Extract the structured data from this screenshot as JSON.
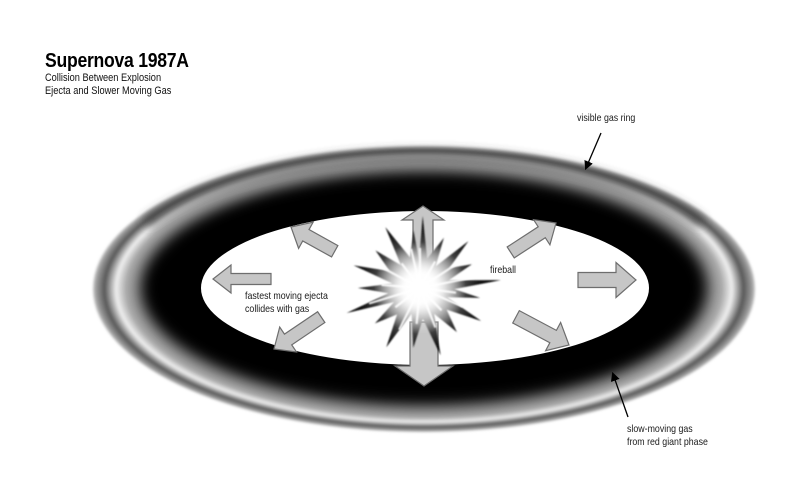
{
  "title": "Supernova 1987A",
  "subtitle": {
    "line1": "Collision Between Explosion",
    "line2": "Ejecta and Slower Moving Gas"
  },
  "labels": {
    "visible_gas_ring": "visible gas ring",
    "fireball": "fireball",
    "fastest_line1": "fastest moving ejecta",
    "fastest_line2": "collides with gas",
    "slow_line1": "slow-moving gas",
    "slow_line2": "from red giant phase"
  },
  "colors": {
    "background": "#ffffff",
    "text": "#000000",
    "ring_black": "#000000",
    "arrow_fill": "#c6c6c6",
    "arrow_stroke": "#6e6e6e",
    "leader_line": "#000000"
  }
}
